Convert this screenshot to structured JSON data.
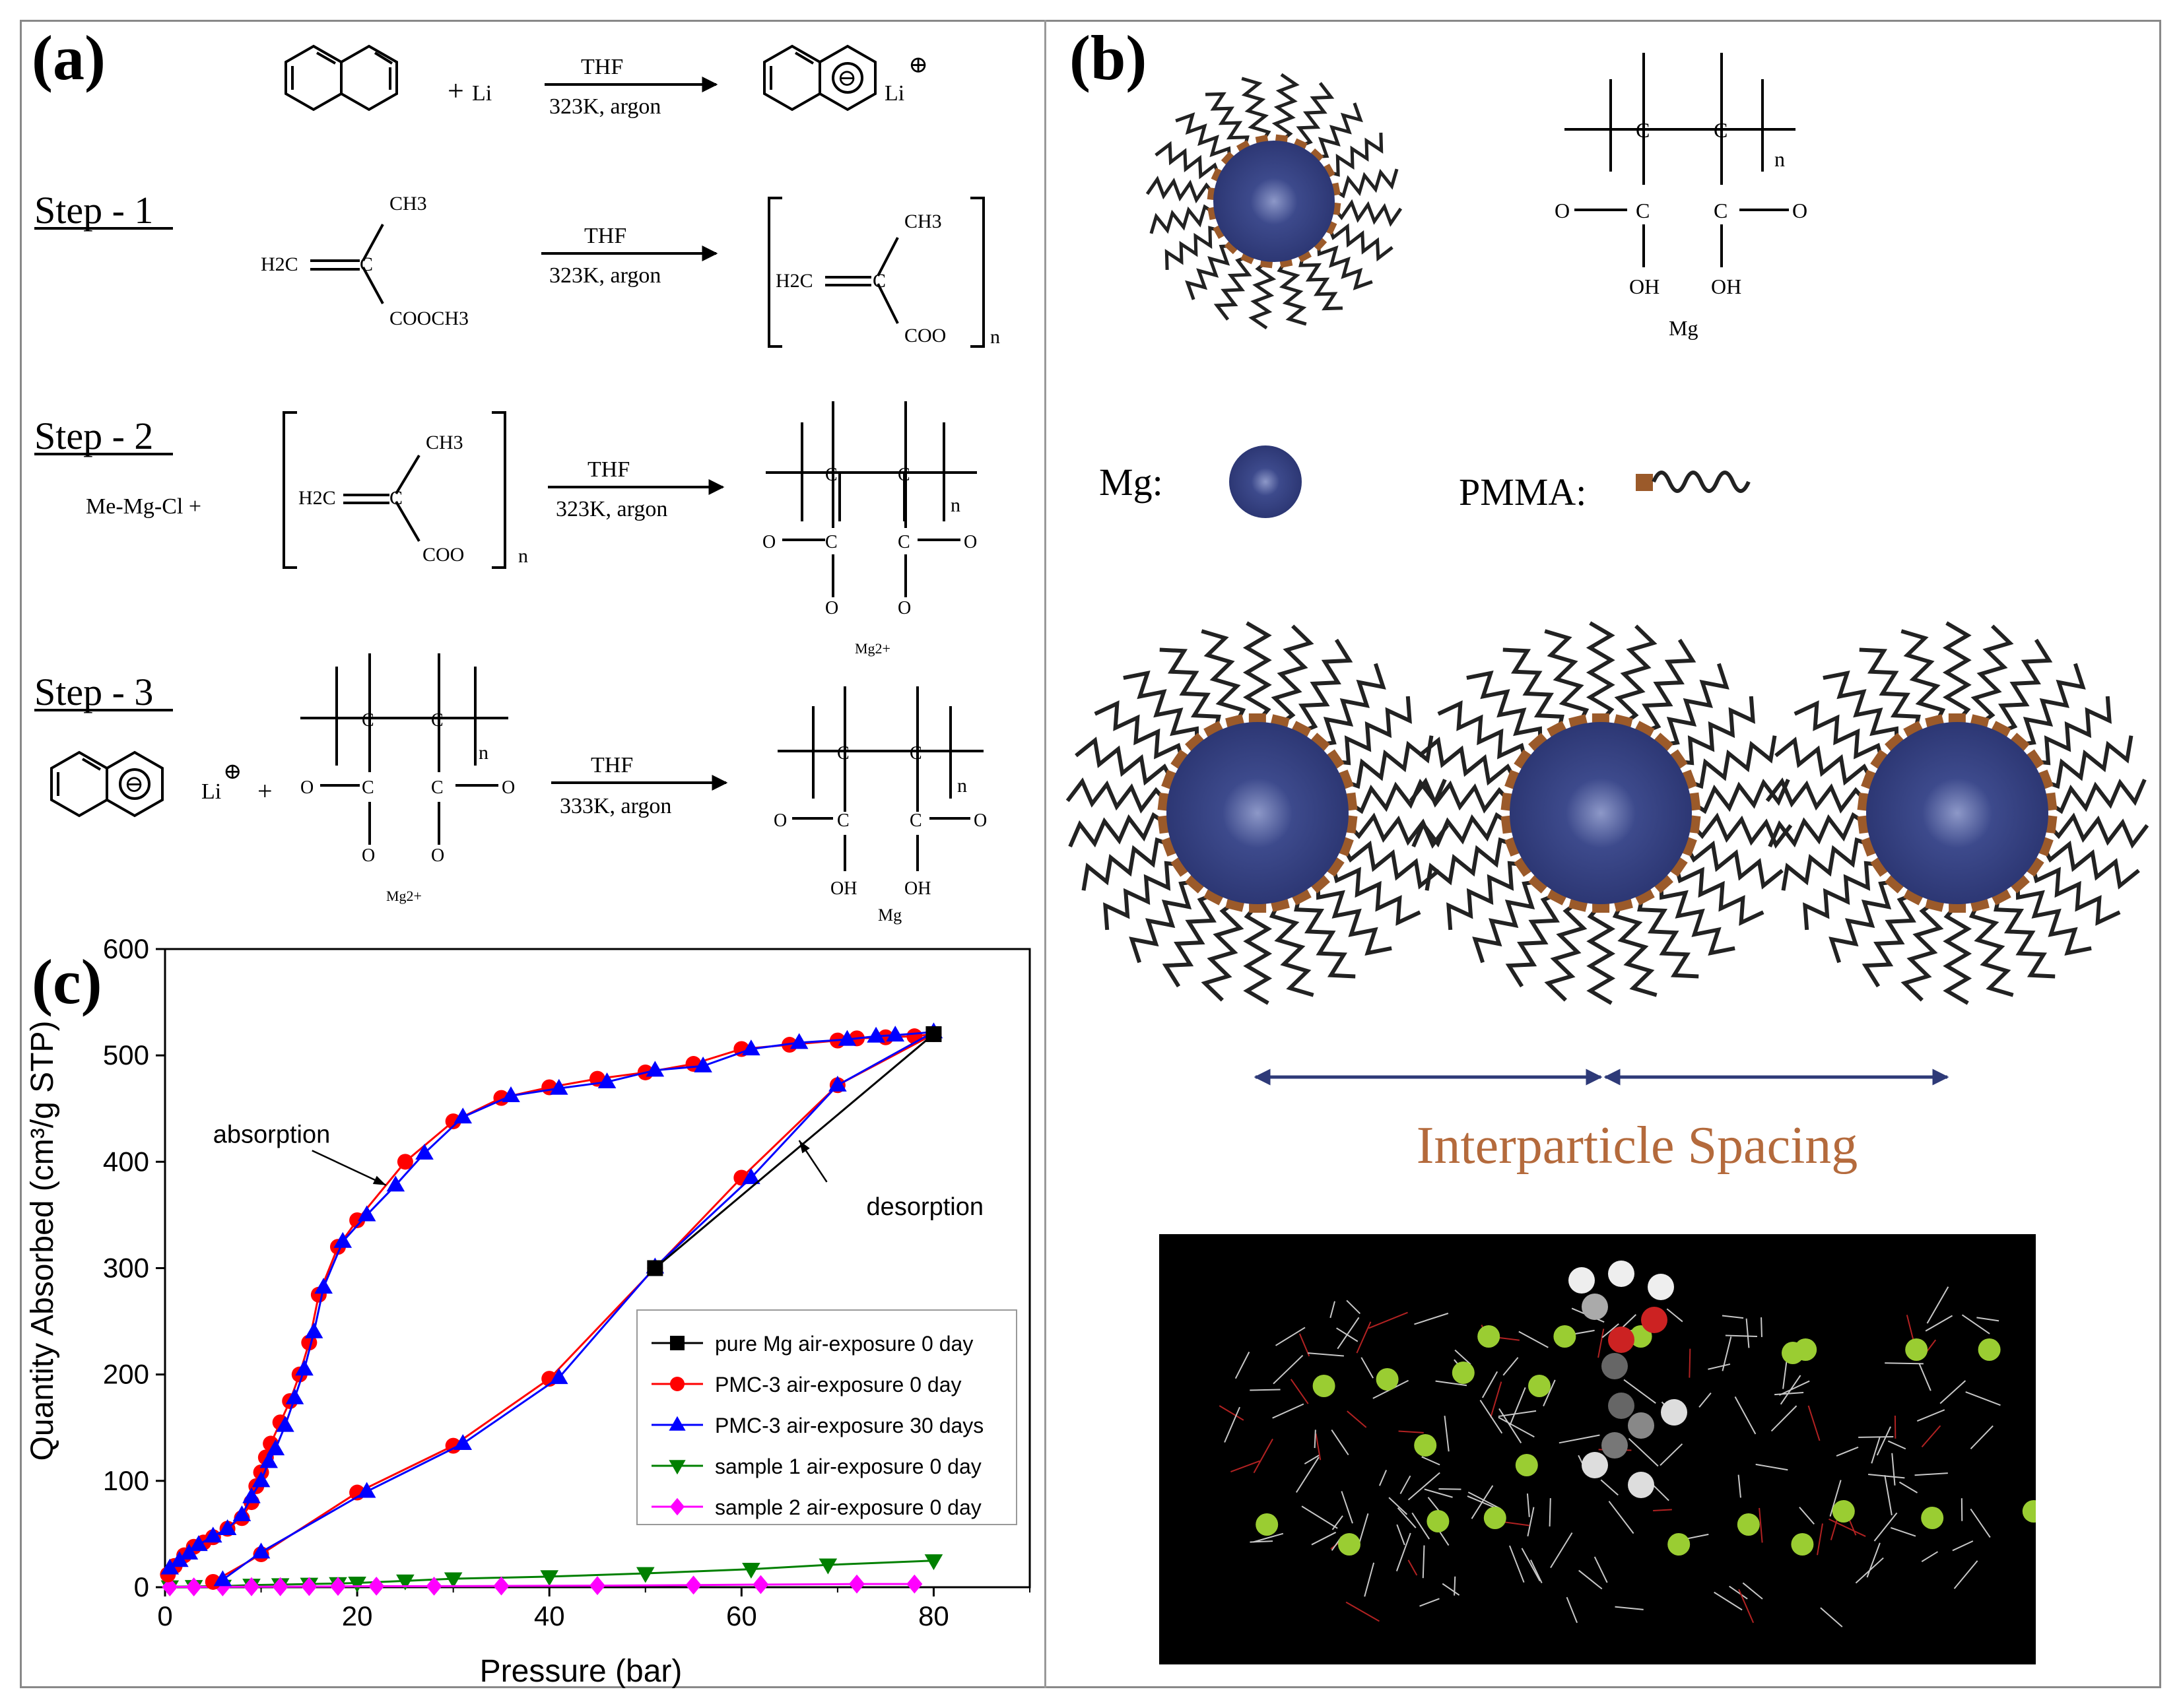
{
  "panels": {
    "a": {
      "label": "(a)"
    },
    "b": {
      "label": "(b)"
    },
    "c": {
      "label": "(c)"
    }
  },
  "scheme": {
    "reactions": [
      {
        "reagent": "Li",
        "solvent": "THF",
        "conditions": "323K, argon",
        "product_ion": "Li"
      },
      {
        "step": "Step - 1",
        "solvent": "THF",
        "conditions": "323K, argon",
        "substituent": "CH3",
        "ester": "COOCH3",
        "alkene": "H2C",
        "anion": "COO",
        "repeat": "n"
      },
      {
        "step": "Step - 2",
        "reagent": "Me-Mg-Cl  +",
        "solvent": "THF",
        "conditions": "323K, argon",
        "substituent": "CH3",
        "alkene": "H2C",
        "anion": "COO",
        "repeat": "n",
        "counterion": "Mg2+"
      },
      {
        "step": "Step - 3",
        "solvent": "THF",
        "conditions": "333K, argon",
        "ion": "Li",
        "counterion": "Mg2+",
        "hydroxyl": "OH",
        "metal": "Mg",
        "repeat": "n"
      }
    ],
    "atom_C": "C",
    "atom_O": "O",
    "plus": "+",
    "minus": "−",
    "oplus": "⊕",
    "ominus": "⊖"
  },
  "schematic": {
    "mg_label": "Mg:",
    "pmma_label": "PMMA:",
    "spacing_label": "Interparticle  Spacing",
    "polymer_metal": "Mg",
    "hydroxyl": "OH",
    "repeat": "n",
    "colors": {
      "particle": "#2e3a78",
      "anchor": "#9b5a2a",
      "arrow": "#2e3a78",
      "spacing_text": "#b46a3c"
    }
  },
  "chart_data": {
    "type": "line",
    "xlabel": "Pressure (bar)",
    "ylabel": "Quantity Absorbed (cm³/g STP)",
    "xlim": [
      0,
      90
    ],
    "ylim": [
      0,
      600
    ],
    "xticks": [
      0,
      20,
      40,
      60,
      80
    ],
    "yticks": [
      0,
      100,
      200,
      300,
      400,
      500,
      600
    ],
    "grid": false,
    "legend_position": "bottom-right",
    "annotations": [
      {
        "text": "absorption",
        "x": 5,
        "y": 418,
        "target": [
          23,
          378
        ]
      },
      {
        "text": "desorption",
        "x": 73,
        "y": 350,
        "target": [
          66,
          420
        ]
      }
    ],
    "series": [
      {
        "name": "pure Mg air-exposure 0 day",
        "color": "#000000",
        "marker": "square",
        "x": [
          51,
          80
        ],
        "y": [
          300,
          520
        ]
      },
      {
        "name": "PMC-3 air-exposure 0 day",
        "color": "#ff0000",
        "marker": "circle",
        "x": [
          0.3,
          1,
          2,
          3,
          4,
          5,
          6.5,
          8,
          9,
          9.5,
          10,
          10.5,
          11,
          12,
          13,
          14,
          15,
          16,
          18,
          20,
          25,
          30,
          35,
          40,
          45,
          50,
          55,
          60,
          65,
          70,
          72,
          75,
          78,
          80,
          70,
          60,
          51,
          40,
          30,
          20,
          10,
          5
        ],
        "y": [
          12,
          20,
          30,
          38,
          42,
          47,
          55,
          65,
          80,
          95,
          108,
          122,
          135,
          155,
          175,
          200,
          230,
          275,
          320,
          345,
          400,
          438,
          460,
          470,
          478,
          484,
          492,
          506,
          510,
          514,
          516,
          517,
          518,
          520,
          472,
          385,
          300,
          196,
          133,
          89,
          31,
          5
        ]
      },
      {
        "name": "PMC-3 air-exposure 30 days",
        "color": "#0000ff",
        "marker": "triangle-up",
        "x": [
          0.5,
          1.5,
          2.5,
          3.5,
          5,
          6.5,
          8,
          9,
          10,
          10.8,
          11.5,
          12.5,
          13.5,
          14.5,
          15.5,
          16.5,
          18.5,
          21,
          24,
          27,
          31,
          36,
          41,
          46,
          51,
          56,
          61,
          66,
          71,
          74,
          76,
          80,
          70,
          61,
          51,
          41,
          31,
          21,
          10,
          6
        ],
        "y": [
          18,
          25,
          32,
          40,
          48,
          55,
          68,
          85,
          100,
          118,
          130,
          152,
          178,
          205,
          240,
          282,
          325,
          350,
          378,
          408,
          442,
          462,
          469,
          475,
          486,
          490,
          506,
          512,
          515,
          518,
          519,
          522,
          472,
          385,
          301,
          197,
          135,
          90,
          33,
          7
        ]
      },
      {
        "name": "sample 1 air-exposure 0 day",
        "color": "#008000",
        "marker": "triangle-down",
        "x": [
          0.5,
          3,
          6,
          9,
          12,
          15,
          18,
          20,
          25,
          30,
          40,
          50,
          61,
          69,
          80
        ],
        "y": [
          0.5,
          0.8,
          1,
          2,
          2.5,
          3,
          3.5,
          4,
          6,
          8,
          10,
          13,
          17,
          21,
          25
        ]
      },
      {
        "name": "sample 2 air-exposure 0 day",
        "color": "#ff00ff",
        "marker": "diamond",
        "x": [
          0.5,
          3,
          6,
          9,
          12,
          15,
          18,
          22,
          28,
          35,
          45,
          55,
          62,
          72,
          78
        ],
        "y": [
          0.3,
          0.3,
          0.4,
          0.5,
          0.5,
          0.6,
          0.8,
          1,
          1,
          1.2,
          1.5,
          2,
          2.5,
          3,
          3
        ]
      }
    ]
  }
}
